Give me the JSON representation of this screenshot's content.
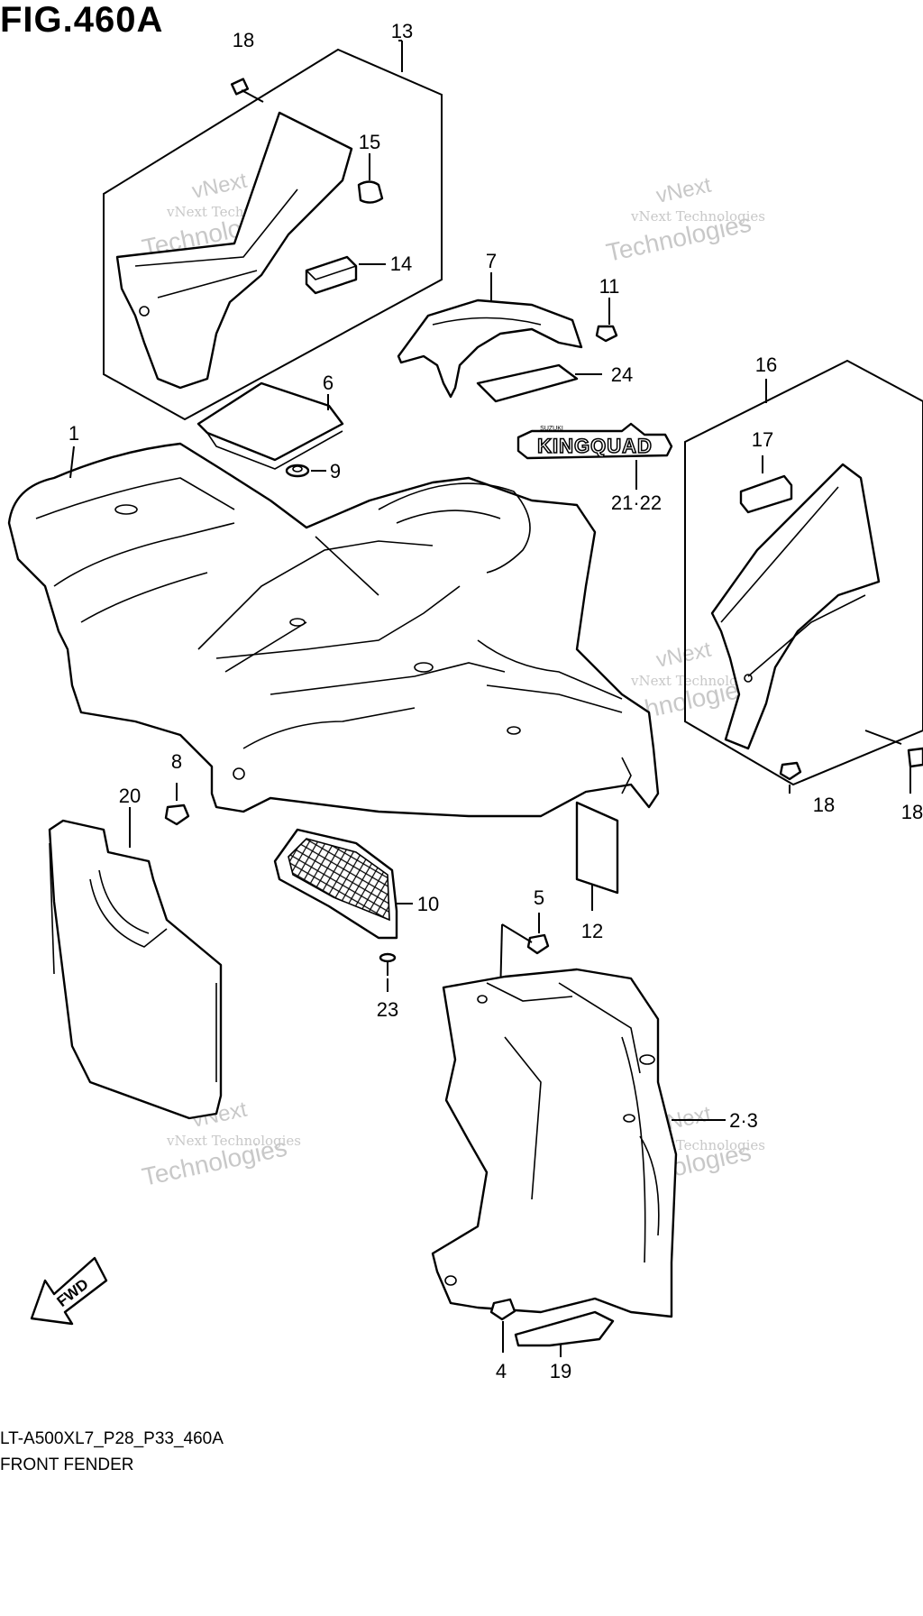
{
  "figure": {
    "title": "FIG.460A",
    "model_code": "LT-A500XL7_P28_P33_460A",
    "description": "FRONT FENDER"
  },
  "badge": {
    "text": "KINGQUAD",
    "small_text": "SUZUKI"
  },
  "fwd_arrow": {
    "text": "FWD"
  },
  "watermark": {
    "line1": "vNext Technologies",
    "line2": "vNext",
    "line3": "Technologies"
  },
  "callouts": [
    {
      "id": "c18a",
      "label": "18"
    },
    {
      "id": "c13",
      "label": "13"
    },
    {
      "id": "c15",
      "label": "15"
    },
    {
      "id": "c14",
      "label": "14"
    },
    {
      "id": "c7",
      "label": "7"
    },
    {
      "id": "c11",
      "label": "11"
    },
    {
      "id": "c24",
      "label": "24"
    },
    {
      "id": "c6",
      "label": "6"
    },
    {
      "id": "c9",
      "label": "9"
    },
    {
      "id": "c1",
      "label": "1"
    },
    {
      "id": "c16",
      "label": "16"
    },
    {
      "id": "c17",
      "label": "17"
    },
    {
      "id": "c2122",
      "label": "21·22"
    },
    {
      "id": "c8",
      "label": "8"
    },
    {
      "id": "c20",
      "label": "20"
    },
    {
      "id": "c18b",
      "label": "18"
    },
    {
      "id": "c18c",
      "label": "18"
    },
    {
      "id": "c10",
      "label": "10"
    },
    {
      "id": "c5",
      "label": "5"
    },
    {
      "id": "c12",
      "label": "12"
    },
    {
      "id": "c23",
      "label": "23"
    },
    {
      "id": "c23b",
      "label": "2·3"
    },
    {
      "id": "c4",
      "label": "4"
    },
    {
      "id": "c19",
      "label": "19"
    }
  ]
}
